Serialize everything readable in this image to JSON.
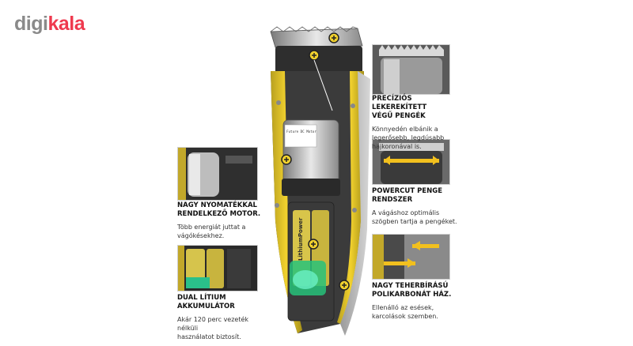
{
  "logo": {
    "part1": "digi",
    "part2": "kala"
  },
  "colors": {
    "brand_red": "#ef394e",
    "yellow": "#f2d22e",
    "dark": "#2b2b2b"
  },
  "motor_label": "Future DC Motor",
  "battery_label": "LithiumPower",
  "callouts": {
    "motor": {
      "title": "NAGY NYOMATÉKKAL\nRENDELKEZŐ MOTOR.",
      "desc": "Több energiát juttat a\nvágókésekhez."
    },
    "battery": {
      "title": "DUAL LÍTIUM\nAKKUMULÁTOR",
      "desc": "Akár 120 perc vezeték nélküli\nhasználatot biztosít."
    },
    "blade": {
      "title": "PRECÍZIÓS LEKEREKÍTETT\nVÉGŰ PENGÉK",
      "desc": "Könnyedén elbánik a\nlegerősebb, legdúsabb\nhajkoronával is."
    },
    "powercut": {
      "title": "POWERCUT PENGE\nRENDSZER",
      "desc": "A vágáshoz optimális\nszögben tartja a pengéket."
    },
    "housing": {
      "title": "NAGY TEHERBÍRÁSÚ\nPOLIKARBONÁT HÁZ.",
      "desc": "Ellenálló az esések,\nkarcolások szemben."
    }
  }
}
